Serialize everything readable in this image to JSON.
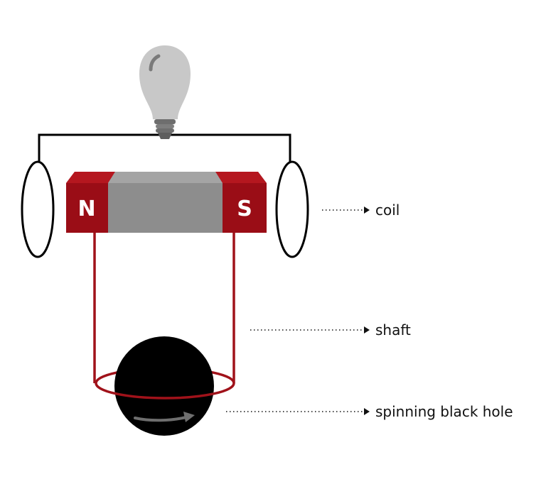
{
  "magnet": {
    "north_label": "N",
    "south_label": "S"
  },
  "callouts": {
    "coil": "coil",
    "shaft": "shaft",
    "black_hole": "spinning black hole"
  },
  "colors": {
    "magnet_red": "#9a0d16",
    "magnet_red_light": "#b5171f",
    "magnet_grey": "#8d8d8d",
    "magnet_grey_light": "#a4a4a4",
    "shaft_red": "#a0121a",
    "wire": "#000000",
    "bulb": "#c8c8c8",
    "black_hole": "#000000",
    "spin_arrow": "#6e6e6e"
  },
  "icons": {
    "bulb": "lightbulb-icon",
    "black_hole": "black-hole-icon",
    "spin": "rotation-arrow-icon"
  }
}
